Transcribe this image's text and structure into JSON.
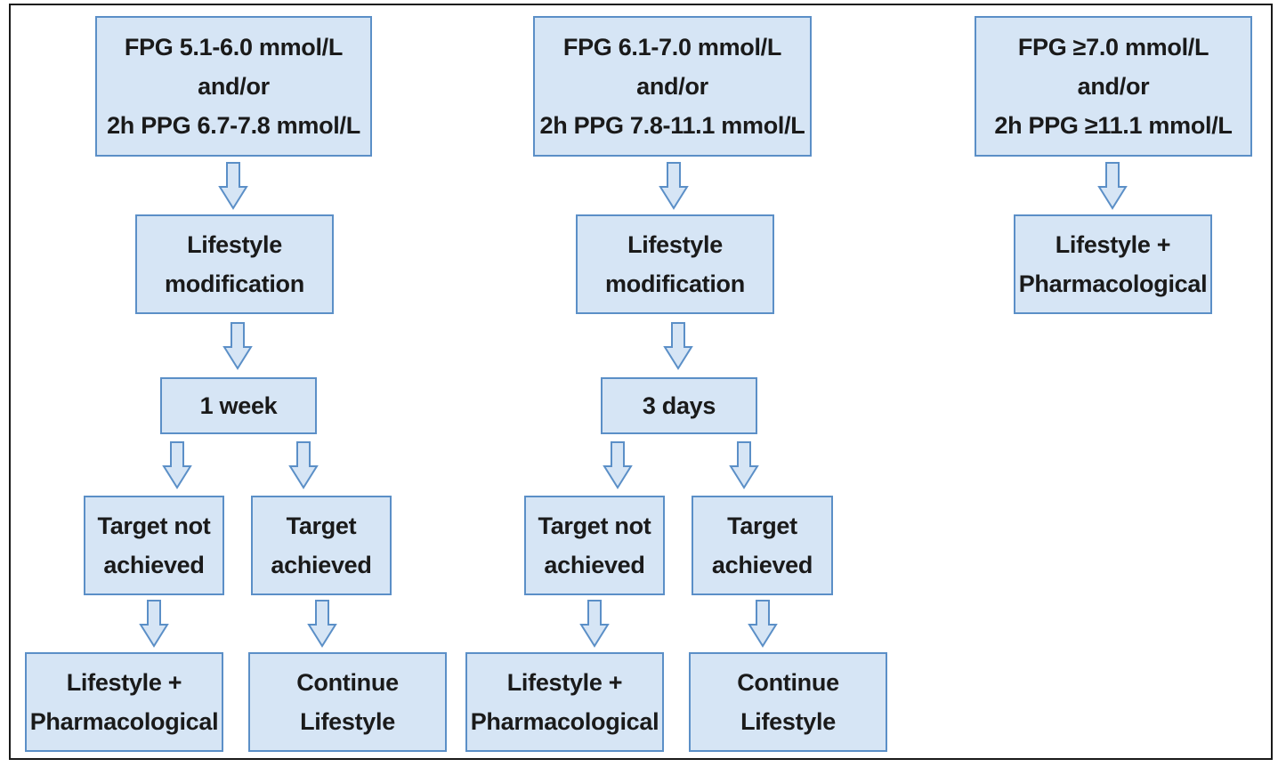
{
  "columns": [
    {
      "criteria": [
        "FPG 5.1-6.0 mmol/L",
        "and/or",
        "2h PPG 6.7-7.8 mmol/L"
      ],
      "step1": [
        "Lifestyle",
        "modification"
      ],
      "interval": "1 week",
      "not_achieved": [
        "Target not",
        "achieved"
      ],
      "achieved": [
        "Target",
        "achieved"
      ],
      "not_achieved_outcome": [
        "Lifestyle +",
        "Pharmacological"
      ],
      "achieved_outcome": [
        "Continue",
        "Lifestyle"
      ]
    },
    {
      "criteria": [
        "FPG 6.1-7.0 mmol/L",
        "and/or",
        "2h PPG 7.8-11.1 mmol/L"
      ],
      "step1": [
        "Lifestyle",
        "modification"
      ],
      "interval": "3 days",
      "not_achieved": [
        "Target not",
        "achieved"
      ],
      "achieved": [
        "Target",
        "achieved"
      ],
      "not_achieved_outcome": [
        "Lifestyle +",
        "Pharmacological"
      ],
      "achieved_outcome": [
        "Continue",
        "Lifestyle"
      ]
    },
    {
      "criteria": [
        "FPG ≥7.0 mmol/L",
        "and/or",
        "2h PPG ≥11.1 mmol/L"
      ],
      "step1": [
        "Lifestyle +",
        "Pharmacological"
      ]
    }
  ],
  "colors": {
    "box_fill": "#d6e5f5",
    "box_border": "#5b8fc7",
    "text": "#1a1a1a",
    "frame": "#1a1a1a"
  }
}
